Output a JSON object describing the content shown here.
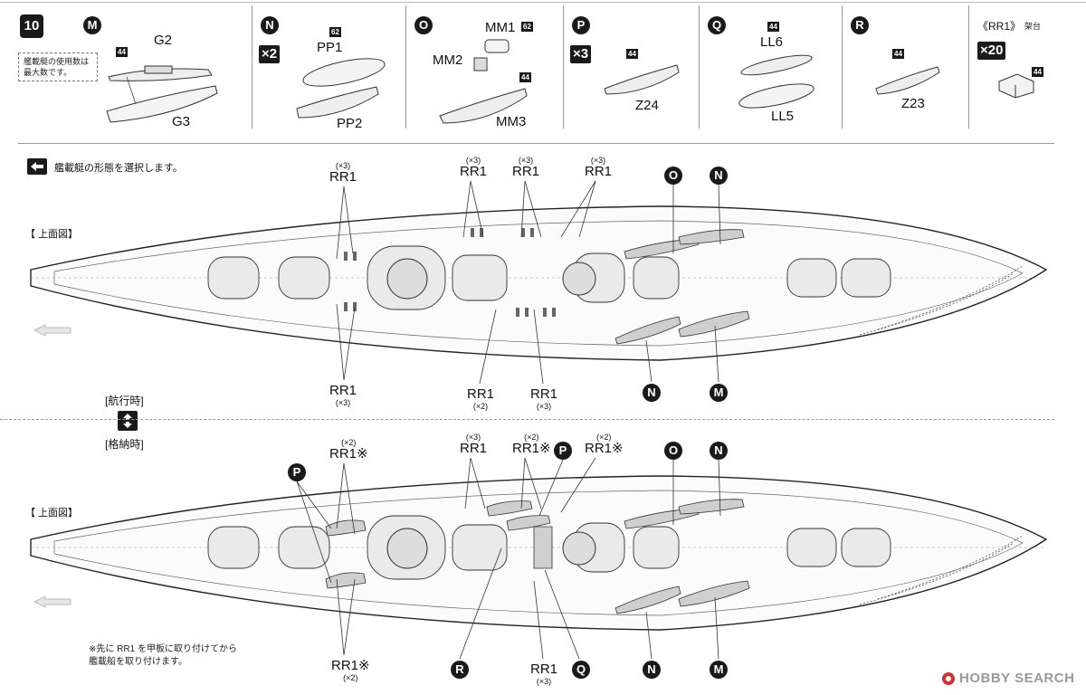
{
  "step": "10",
  "tag_note": [
    "艦載艇の使用数は",
    "最大数です。"
  ],
  "parts": {
    "M": {
      "letter": "M",
      "chip": "44",
      "upper": "G2",
      "lower": "G3"
    },
    "N": {
      "letter": "N",
      "qty": "×2",
      "chip": "62",
      "upper": "PP1",
      "lower": "PP2"
    },
    "O": {
      "letter": "O",
      "chip_top": "62",
      "chip_mid": "44",
      "top": "MM1",
      "mid": "MM2",
      "lower": "MM3"
    },
    "P": {
      "letter": "P",
      "qty": "×3",
      "chip": "44",
      "lower": "Z24"
    },
    "Q": {
      "letter": "Q",
      "chip": "44",
      "upper": "LL6",
      "lower": "LL5"
    },
    "R": {
      "letter": "R",
      "chip": "44",
      "lower": "Z23"
    },
    "RR1": {
      "title": "《RR1》",
      "sub": "架台",
      "qty": "×20",
      "chip": "44"
    }
  },
  "select_text": "艦載艇の形態を選択します。",
  "view_label": "【 上面図】",
  "mode_sail": "[航行時]",
  "mode_stow": "[格納時]",
  "rr1": "RR1",
  "rr1_mark": "RR1※",
  "mult_x3": "(×3)",
  "mult_x2": "(×2)",
  "letters": {
    "M": "M",
    "N": "N",
    "O": "O",
    "P": "P",
    "Q": "Q",
    "R": "R"
  },
  "bottom_note": [
    "※先に RR1 を甲板に取り付けてから",
    "艦載船を取り付けます。"
  ],
  "watermark": "HOBBY SEARCH"
}
